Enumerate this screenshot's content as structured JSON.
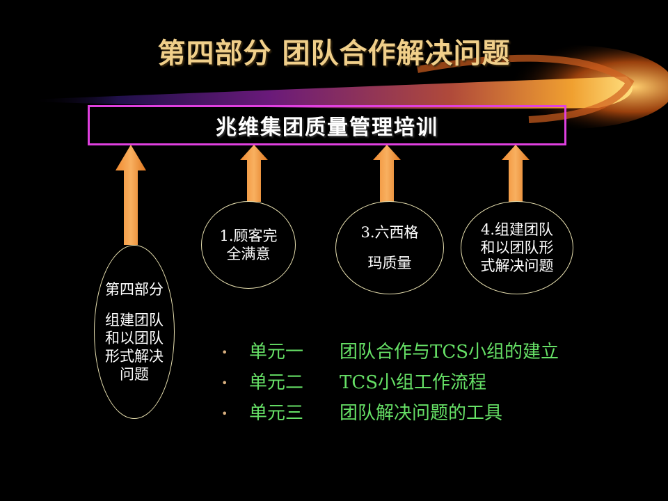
{
  "title": "第四部分  团队合作解决问题",
  "banner": "兆维集团质量管理培训",
  "left_oval": {
    "line1": "第四部分",
    "line2": "组建团队",
    "line3": "和以团队",
    "line4": "形式解决",
    "line5": "问题"
  },
  "ovals": [
    {
      "line1": "1.顾客完",
      "line2": "全满意"
    },
    {
      "line1": "3.六西格",
      "line2": "玛质量"
    },
    {
      "line1": "4.组建团队",
      "line2": "和以团队形",
      "line3": "式解决问题"
    }
  ],
  "bullets": [
    {
      "unit": "单元一",
      "text": "团队合作与TCS小组的建立"
    },
    {
      "unit": "单元二",
      "text": "TCS小组工作流程"
    },
    {
      "unit": "单元三",
      "text": "团队解决问题的工具"
    }
  ],
  "colors": {
    "title": "#f0cf8a",
    "banner_border": "#e040e0",
    "arrow": "#f5a050",
    "bullet_text": "#66e066"
  }
}
